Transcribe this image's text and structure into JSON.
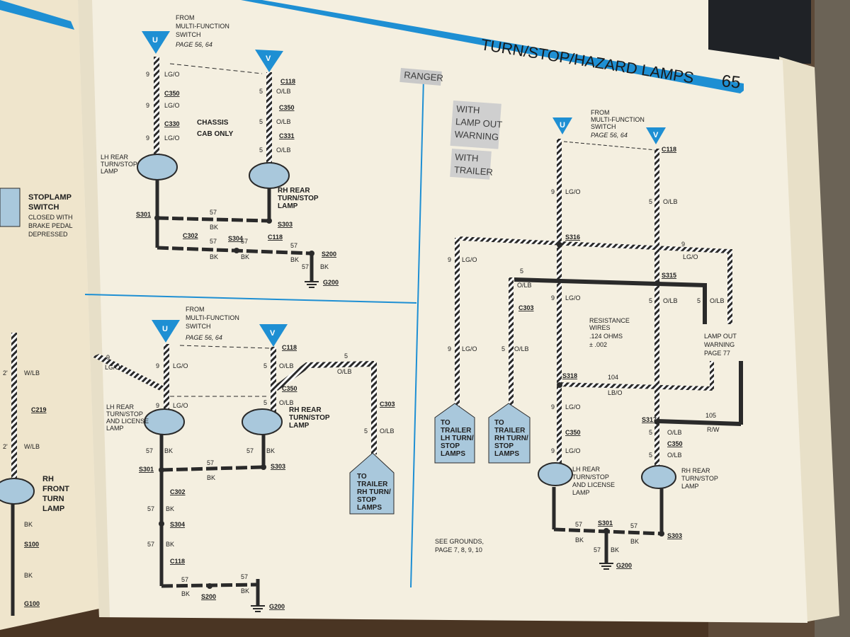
{
  "page": {
    "title": "TURN/STOP/HAZARD LAMPS",
    "number": "65"
  },
  "colors": {
    "accent": "#1e8fd3",
    "paper": "#f4efe0",
    "wire": "#2a2a2a",
    "component": "#a9c8dc"
  },
  "section_labels": {
    "ranger": "RANGER",
    "lamp_out": "WITH LAMP OUT WARNING",
    "trailer": "WITH TRAILER"
  },
  "text": {
    "from_mfs": "FROM MULTI-FUNCTION SWITCH",
    "from_mfs_lines": [
      "FROM",
      "MULTI-FUNCTION",
      "SWITCH"
    ],
    "mfs_page": "PAGE 56, 64",
    "chassis_cab": "CHASSIS CAB ONLY",
    "stoplamp_switch": "STOPLAMP SWITCH",
    "stoplamp_lines": [
      "CLOSED WITH",
      "BRAKE PEDAL",
      "DEPRESSED"
    ],
    "resistance": [
      "RESISTANCE",
      "WIRES",
      ".124 OHMS",
      "± .002"
    ],
    "lamp_out_box": [
      "LAMP OUT",
      "WARNING",
      "PAGE 77"
    ],
    "see_grounds": [
      "SEE GROUNDS,",
      "PAGE 7, 8, 9, 10"
    ],
    "to_rh_turn": [
      "TO",
      "TRAILER",
      "RH TURN/",
      "STOP",
      "LAMPS"
    ],
    "to_lh_turn": [
      "TO",
      "TRAILER",
      "LH TURN/",
      "STOP",
      "LAMPS"
    ],
    "lh_rear": [
      "LH REAR",
      "TURN/STOP",
      "LAMP"
    ],
    "lh_rear_license": [
      "LH REAR",
      "TURN/STOP",
      "AND LICENSE",
      "LAMP"
    ],
    "rh_rear": [
      "RH REAR",
      "TURN/STOP",
      "LAMP"
    ],
    "rh_front": [
      "RH",
      "FRONT",
      "TURN",
      "LAMP"
    ],
    "u": "U",
    "v": "V"
  },
  "connectors": {
    "c118": "C118",
    "c350": "C350",
    "c330": "C330",
    "c331": "C331",
    "c302": "C302",
    "c303": "C303",
    "c219": "C219"
  },
  "splices": {
    "s301": "S301",
    "s303": "S303",
    "s304": "S304",
    "s200": "S200",
    "s316": "S316",
    "s315": "S315",
    "s318": "S318",
    "s317": "S317",
    "s100": "S100"
  },
  "grounds": {
    "g200": "G200",
    "g100": "G100"
  },
  "wires": {
    "c9": "9",
    "c5": "5",
    "c57": "57",
    "c104": "104",
    "c105": "105",
    "c2": "2'",
    "lgo": "LG/O",
    "olb": "O/LB",
    "bk": "BK",
    "lbo": "LB/O",
    "rw": "R/W",
    "wlb": "W/LB"
  }
}
